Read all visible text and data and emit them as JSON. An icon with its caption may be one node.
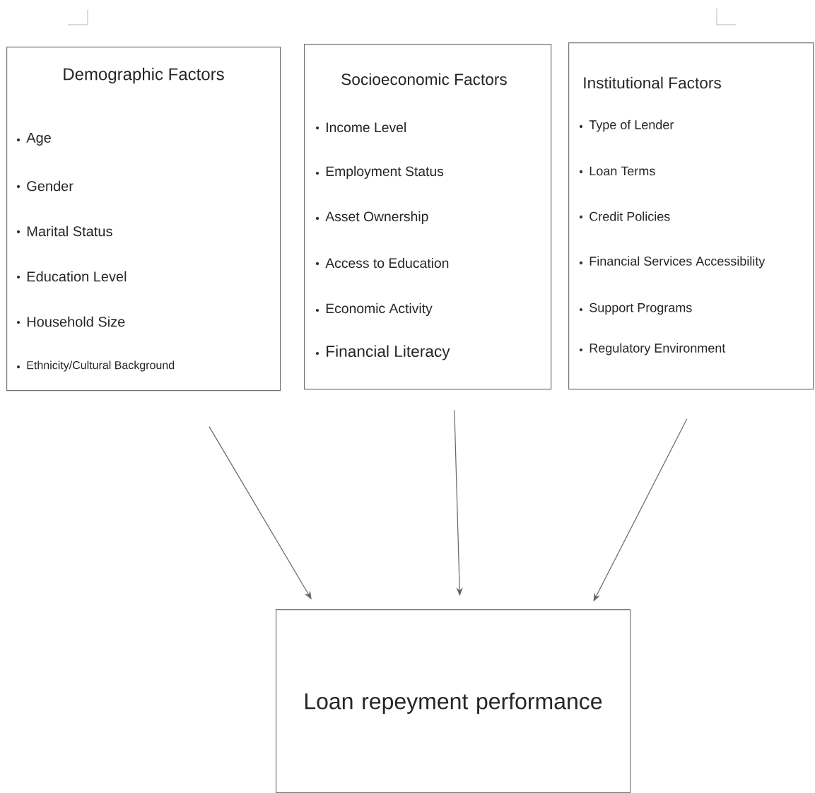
{
  "diagram": {
    "nodes": [
      {
        "text": [
          "Demographic Factors",
          "Age",
          "Gender",
          "Marital Status",
          "Education Level",
          "Household Size",
          "Ethnicity/Cultural Background"
        ]
      },
      {
        "text": [
          "Socioeconomic Factors",
          "Income Level",
          "Employment Status",
          "Asset Ownership",
          "Access to Education",
          "Economic Activity",
          "Financial Literacy"
        ]
      },
      {
        "text": [
          "Institutional Factors",
          "Type of Lender",
          "Loan Terms",
          "Credit Policies",
          "Financial Services Accessibility",
          "Support Programs",
          "Regulatory Environment"
        ]
      },
      {
        "text": [
          "Loan repeyment performance"
        ]
      }
    ],
    "edges": [
      {
        "from": 0,
        "to": 3,
        "arrow": "to"
      },
      {
        "from": 1,
        "to": 3,
        "arrow": "to"
      },
      {
        "from": 2,
        "to": 3,
        "arrow": "to"
      }
    ]
  }
}
